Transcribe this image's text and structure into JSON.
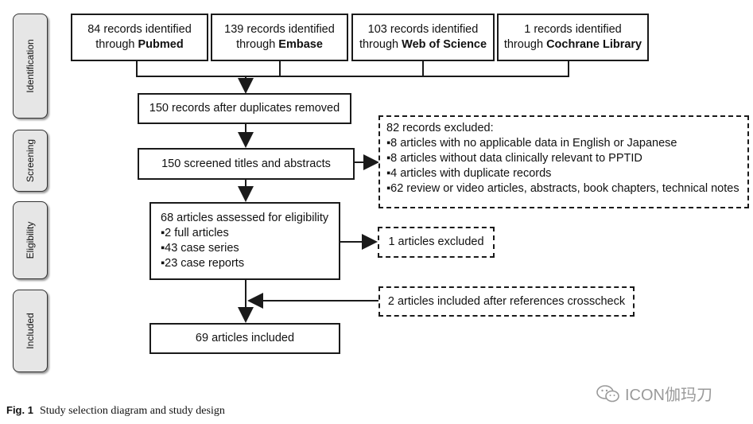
{
  "stages": [
    "Identification",
    "Screening",
    "Eligibility",
    "Included"
  ],
  "sources": [
    {
      "prefix": "84 records identified",
      "through": "through ",
      "db": "Pubmed"
    },
    {
      "prefix": "139 records identified",
      "through": "through ",
      "db": "Embase"
    },
    {
      "prefix": "103 records identified",
      "through": "through ",
      "db": "Web of Science"
    },
    {
      "prefix": "1 records identified",
      "through": "through ",
      "db": "Cochrane Library"
    }
  ],
  "after_duplicates": "150 records after duplicates removed",
  "screened": "150 screened titles and abstracts",
  "excluded_screening": {
    "title": "82 records excluded:",
    "items": [
      "▪8 articles with no applicable data in English or Japanese",
      "▪8 articles without data clinically relevant to PPTID",
      "▪4 articles with duplicate records",
      "▪62 review or video articles, abstracts, book chapters, technical notes"
    ]
  },
  "eligibility": {
    "title": "68 articles assessed for eligibility",
    "items": [
      "▪2 full articles",
      "▪43 case series",
      "▪23 case reports"
    ]
  },
  "excluded_eligibility": "1 articles excluded",
  "crosscheck": "2 articles included after references crosscheck",
  "included": "69 articles included",
  "caption": {
    "label": "Fig. 1",
    "text": "Study selection diagram and study design"
  },
  "watermark": {
    "icon": "wechat-icon",
    "text": "ICON伽玛刀"
  }
}
